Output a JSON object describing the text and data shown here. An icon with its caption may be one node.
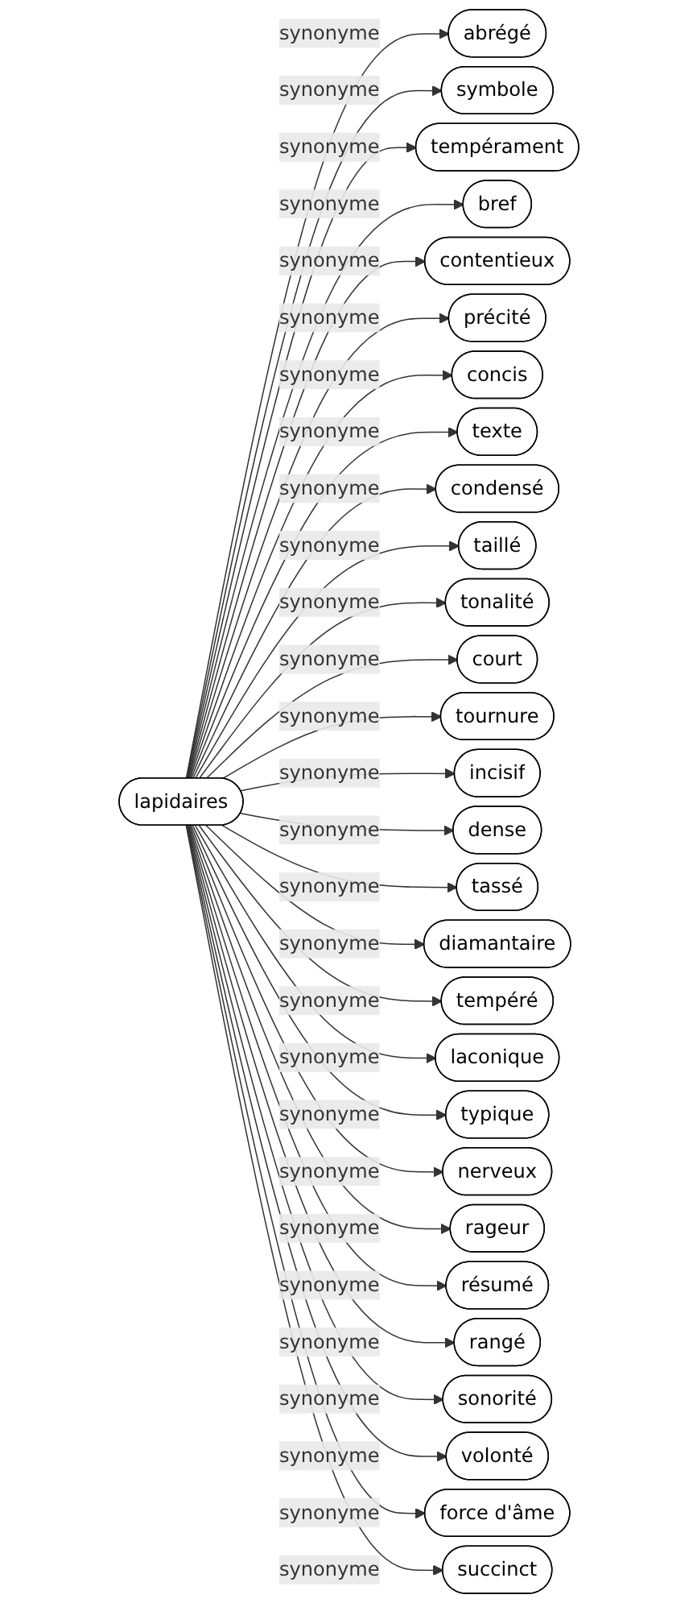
{
  "diagram": {
    "nodes": [
      {
        "text": [
          "lapidaires"
        ]
      },
      {
        "text": [
          "abrégé"
        ]
      },
      {
        "text": [
          "symbole"
        ]
      },
      {
        "text": [
          "tempérament"
        ]
      },
      {
        "text": [
          "bref"
        ]
      },
      {
        "text": [
          "contentieux"
        ]
      },
      {
        "text": [
          "précité"
        ]
      },
      {
        "text": [
          "concis"
        ]
      },
      {
        "text": [
          "texte"
        ]
      },
      {
        "text": [
          "condensé"
        ]
      },
      {
        "text": [
          "taillé"
        ]
      },
      {
        "text": [
          "tonalité"
        ]
      },
      {
        "text": [
          "court"
        ]
      },
      {
        "text": [
          "tournure"
        ]
      },
      {
        "text": [
          "incisif"
        ]
      },
      {
        "text": [
          "dense"
        ]
      },
      {
        "text": [
          "tassé"
        ]
      },
      {
        "text": [
          "diamantaire"
        ]
      },
      {
        "text": [
          "tempéré"
        ]
      },
      {
        "text": [
          "laconique"
        ]
      },
      {
        "text": [
          "typique"
        ]
      },
      {
        "text": [
          "nerveux"
        ]
      },
      {
        "text": [
          "rageur"
        ]
      },
      {
        "text": [
          "résumé"
        ]
      },
      {
        "text": [
          "rangé"
        ]
      },
      {
        "text": [
          "sonorité"
        ]
      },
      {
        "text": [
          "volonté"
        ]
      },
      {
        "text": [
          "force d'âme"
        ]
      },
      {
        "text": [
          "succinct"
        ]
      }
    ],
    "edges": [
      {
        "from": 0,
        "to": 1,
        "arrow": "to",
        "label": "synonyme"
      },
      {
        "from": 0,
        "to": 2,
        "arrow": "to",
        "label": "synonyme"
      },
      {
        "from": 0,
        "to": 3,
        "arrow": "to",
        "label": "synonyme"
      },
      {
        "from": 0,
        "to": 4,
        "arrow": "to",
        "label": "synonyme"
      },
      {
        "from": 0,
        "to": 5,
        "arrow": "to",
        "label": "synonyme"
      },
      {
        "from": 0,
        "to": 6,
        "arrow": "to",
        "label": "synonyme"
      },
      {
        "from": 0,
        "to": 7,
        "arrow": "to",
        "label": "synonyme"
      },
      {
        "from": 0,
        "to": 8,
        "arrow": "to",
        "label": "synonyme"
      },
      {
        "from": 0,
        "to": 9,
        "arrow": "to",
        "label": "synonyme"
      },
      {
        "from": 0,
        "to": 10,
        "arrow": "to",
        "label": "synonyme"
      },
      {
        "from": 0,
        "to": 11,
        "arrow": "to",
        "label": "synonyme"
      },
      {
        "from": 0,
        "to": 12,
        "arrow": "to",
        "label": "synonyme"
      },
      {
        "from": 0,
        "to": 13,
        "arrow": "to",
        "label": "synonyme"
      },
      {
        "from": 0,
        "to": 14,
        "arrow": "to",
        "label": "synonyme"
      },
      {
        "from": 0,
        "to": 15,
        "arrow": "to",
        "label": "synonyme"
      },
      {
        "from": 0,
        "to": 16,
        "arrow": "to",
        "label": "synonyme"
      },
      {
        "from": 0,
        "to": 17,
        "arrow": "to",
        "label": "synonyme"
      },
      {
        "from": 0,
        "to": 18,
        "arrow": "to",
        "label": "synonyme"
      },
      {
        "from": 0,
        "to": 19,
        "arrow": "to",
        "label": "synonyme"
      },
      {
        "from": 0,
        "to": 20,
        "arrow": "to",
        "label": "synonyme"
      },
      {
        "from": 0,
        "to": 21,
        "arrow": "to",
        "label": "synonyme"
      },
      {
        "from": 0,
        "to": 22,
        "arrow": "to",
        "label": "synonyme"
      },
      {
        "from": 0,
        "to": 23,
        "arrow": "to",
        "label": "synonyme"
      },
      {
        "from": 0,
        "to": 24,
        "arrow": "to",
        "label": "synonyme"
      },
      {
        "from": 0,
        "to": 25,
        "arrow": "to",
        "label": "synonyme"
      },
      {
        "from": 0,
        "to": 26,
        "arrow": "to",
        "label": "synonyme"
      },
      {
        "from": 0,
        "to": 27,
        "arrow": "to",
        "label": "synonyme"
      },
      {
        "from": 0,
        "to": 28,
        "arrow": "to",
        "label": "synonyme"
      }
    ]
  }
}
